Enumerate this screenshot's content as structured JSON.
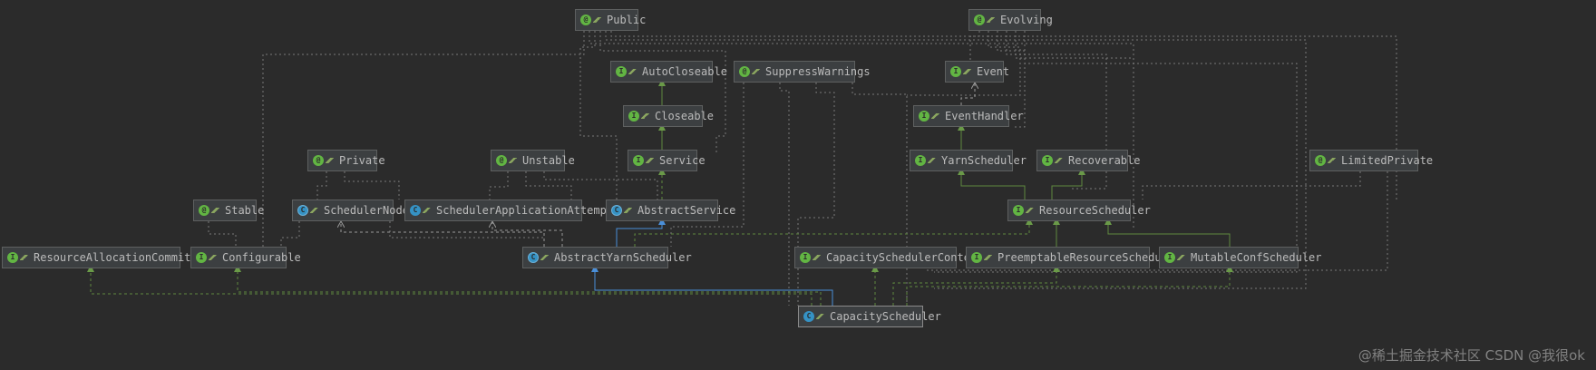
{
  "nodes": [
    {
      "id": "Public",
      "label": "Public",
      "kind": "annotation"
    },
    {
      "id": "Evolving",
      "label": "Evolving",
      "kind": "annotation"
    },
    {
      "id": "AutoCloseable",
      "label": "AutoCloseable",
      "kind": "interface"
    },
    {
      "id": "SuppressWarnings",
      "label": "SuppressWarnings",
      "kind": "annotation"
    },
    {
      "id": "Event",
      "label": "Event",
      "kind": "interface"
    },
    {
      "id": "Closeable",
      "label": "Closeable",
      "kind": "interface"
    },
    {
      "id": "EventHandler",
      "label": "EventHandler",
      "kind": "interface"
    },
    {
      "id": "Private",
      "label": "Private",
      "kind": "annotation"
    },
    {
      "id": "Unstable",
      "label": "Unstable",
      "kind": "annotation"
    },
    {
      "id": "Service",
      "label": "Service",
      "kind": "interface"
    },
    {
      "id": "YarnScheduler",
      "label": "YarnScheduler",
      "kind": "interface"
    },
    {
      "id": "Recoverable",
      "label": "Recoverable",
      "kind": "interface"
    },
    {
      "id": "LimitedPrivate",
      "label": "LimitedPrivate",
      "kind": "annotation"
    },
    {
      "id": "Stable",
      "label": "Stable",
      "kind": "annotation"
    },
    {
      "id": "SchedulerNode",
      "label": "SchedulerNode",
      "kind": "abstract"
    },
    {
      "id": "SchedulerApplicationAttempt",
      "label": "SchedulerApplicationAttempt",
      "kind": "class"
    },
    {
      "id": "AbstractService",
      "label": "AbstractService",
      "kind": "abstract"
    },
    {
      "id": "ResourceScheduler",
      "label": "ResourceScheduler",
      "kind": "interface"
    },
    {
      "id": "ResourceAllocationCommitter",
      "label": "ResourceAllocationCommitter",
      "kind": "interface"
    },
    {
      "id": "Configurable",
      "label": "Configurable",
      "kind": "interface"
    },
    {
      "id": "AbstractYarnScheduler",
      "label": "AbstractYarnScheduler",
      "kind": "abstract"
    },
    {
      "id": "CapacitySchedulerContext",
      "label": "CapacitySchedulerContext",
      "kind": "interface"
    },
    {
      "id": "PreemptableResourceScheduler",
      "label": "PreemptableResourceScheduler",
      "kind": "interface"
    },
    {
      "id": "MutableConfScheduler",
      "label": "MutableConfScheduler",
      "kind": "interface"
    },
    {
      "id": "CapacityScheduler",
      "label": "CapacityScheduler",
      "kind": "class"
    }
  ],
  "badges": {
    "interface": "I",
    "annotation": "@",
    "class": "C",
    "abstract": "C"
  },
  "colors": {
    "background": "#2b2b2b",
    "implements_edge": "#5f8a3f",
    "extends_edge": "#4a8fd9",
    "annotation_edge": "#7a7a7a",
    "dependency_edge": "#9a9a9a"
  },
  "watermark": "@稀土掘金技术社区 CSDN @我很ok"
}
